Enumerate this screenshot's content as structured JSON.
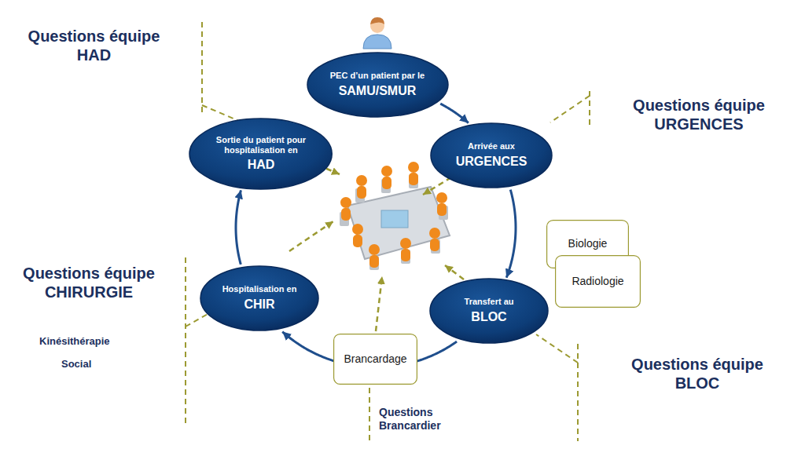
{
  "diagram": {
    "nodes": [
      {
        "text": [
          "PEC d’un patient par le",
          "SAMU/SMUR"
        ]
      },
      {
        "text": [
          "Arrivée aux",
          "URGENCES"
        ]
      },
      {
        "text": [
          "Transfert au",
          "BLOC"
        ]
      },
      {
        "text": [
          "Hospitalisation en",
          "CHIR"
        ]
      },
      {
        "text": [
          "Sortie du patient pour hospitalisation en",
          "HAD"
        ]
      },
      {
        "text": [
          "Biologie"
        ]
      },
      {
        "text": [
          "Radiologie"
        ]
      },
      {
        "text": [
          "Brancardage"
        ]
      }
    ],
    "edges": [
      {
        "from": 0,
        "to": 1,
        "arrow": "to"
      },
      {
        "from": 1,
        "to": 2,
        "arrow": "to"
      },
      {
        "from": 2,
        "to": 3,
        "arrow": "to"
      },
      {
        "from": 3,
        "to": 4,
        "arrow": "to"
      }
    ],
    "labels": [
      "Questions équipe HAD",
      "Questions équipe URGENCES",
      "Questions équipe CHIRURGIE",
      "Kinésithérapie",
      "Social",
      "Questions équipe BLOC",
      "Questions Brancardier"
    ]
  }
}
